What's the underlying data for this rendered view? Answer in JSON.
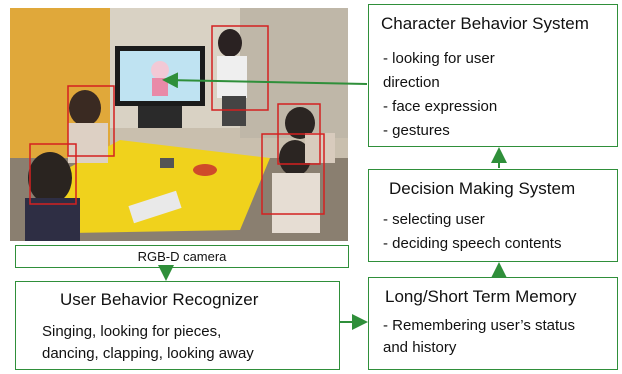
{
  "character_behavior": {
    "title": "Character Behavior System",
    "lines": [
      "- looking for user",
      "direction",
      "- face expression",
      "- gestures"
    ]
  },
  "decision_making": {
    "title": "Decision Making System",
    "lines": [
      "- selecting user",
      "- deciding  speech contents"
    ]
  },
  "camera": {
    "label": "RGB-D camera"
  },
  "user_behavior": {
    "title": "User Behavior Recognizer",
    "lines": [
      "Singing, looking for pieces,",
      "dancing, clapping, looking away"
    ]
  },
  "memory": {
    "title": "Long/Short Term Memory",
    "lines": [
      "- Remembering user’s status",
      "and history"
    ]
  },
  "colors": {
    "box_border": "#2f8f3a",
    "arrow": "#2f8f3a",
    "detection_box": "#d42020"
  }
}
